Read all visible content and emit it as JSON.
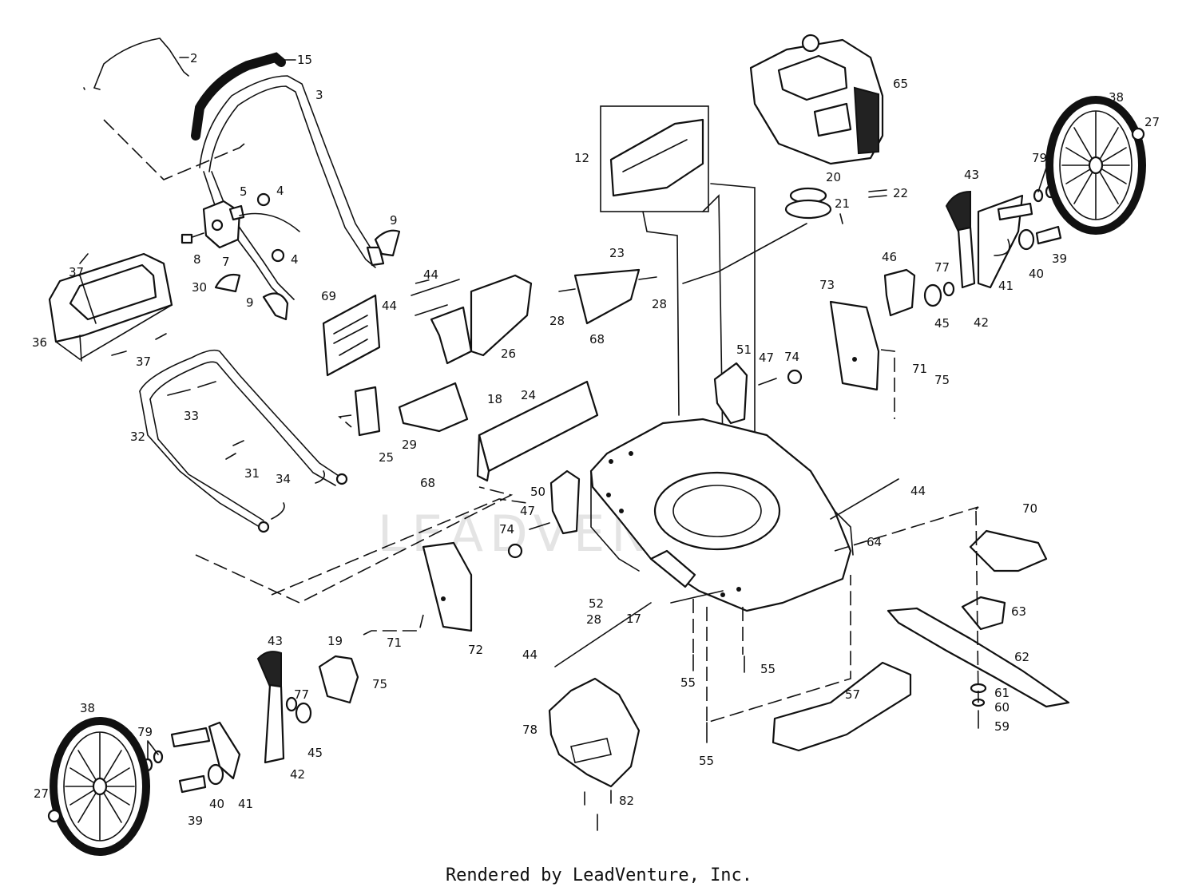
{
  "diagram": {
    "watermark": "LEADVENTURE",
    "footer": "Rendered by LeadVenture, Inc.",
    "callouts": [
      "2",
      "15",
      "3",
      "5",
      "4",
      "4",
      "8",
      "7",
      "9",
      "9",
      "30",
      "37",
      "36",
      "37",
      "33",
      "32",
      "31",
      "34",
      "69",
      "44",
      "44",
      "26",
      "25",
      "29",
      "18",
      "24",
      "68",
      "68",
      "12",
      "23",
      "28",
      "28",
      "20",
      "21",
      "22",
      "65",
      "38",
      "27",
      "43",
      "79",
      "39",
      "40",
      "41",
      "77",
      "42",
      "45",
      "46",
      "73",
      "51",
      "47",
      "74",
      "71",
      "75",
      "44",
      "50",
      "47",
      "74",
      "70",
      "64",
      "52",
      "28",
      "17",
      "72",
      "63",
      "62",
      "61",
      "60",
      "59",
      "55",
      "55",
      "55",
      "57",
      "78",
      "82",
      "71",
      "75",
      "44",
      "43",
      "19",
      "77",
      "45",
      "42",
      "38",
      "79",
      "40",
      "41",
      "39",
      "27"
    ]
  }
}
